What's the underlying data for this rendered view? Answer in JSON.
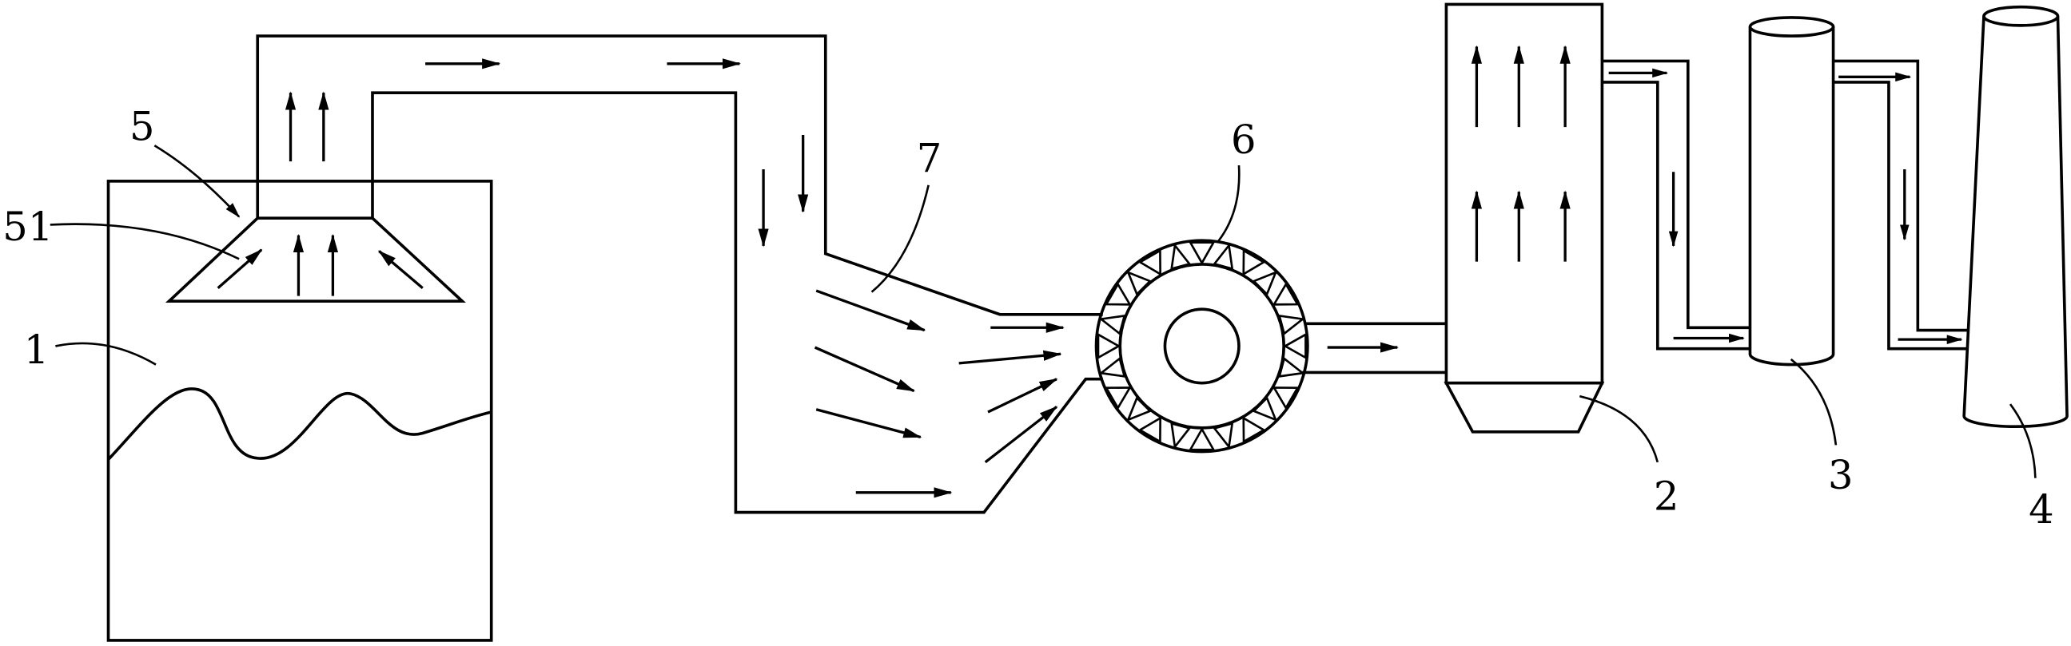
{
  "labels": {
    "tank": "1",
    "tower": "2",
    "cylinder": "3",
    "chimney": "4",
    "hood": "5",
    "hood_skirt": "51",
    "fan_wheel": "6",
    "mixing_zone": "7"
  },
  "colors": {
    "line": "#000000",
    "background": "#ffffff"
  }
}
